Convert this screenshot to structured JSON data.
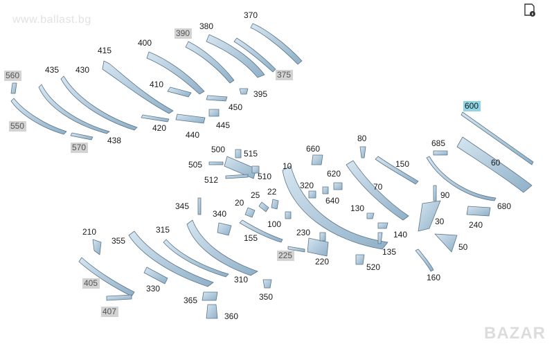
{
  "watermark": "www.ballast.bg",
  "brand_mark": "BAZAR",
  "icons": {
    "top_right": "document-info-icon"
  },
  "part_labels": [
    {
      "id": "370",
      "hl": ""
    },
    {
      "id": "390",
      "hl": "gray"
    },
    {
      "id": "380",
      "hl": ""
    },
    {
      "id": "400",
      "hl": ""
    },
    {
      "id": "415",
      "hl": ""
    },
    {
      "id": "375",
      "hl": "gray"
    },
    {
      "id": "560",
      "hl": "gray"
    },
    {
      "id": "435",
      "hl": ""
    },
    {
      "id": "430",
      "hl": ""
    },
    {
      "id": "410",
      "hl": ""
    },
    {
      "id": "395",
      "hl": ""
    },
    {
      "id": "450",
      "hl": ""
    },
    {
      "id": "550",
      "hl": "gray"
    },
    {
      "id": "420",
      "hl": ""
    },
    {
      "id": "440",
      "hl": ""
    },
    {
      "id": "445",
      "hl": ""
    },
    {
      "id": "438",
      "hl": ""
    },
    {
      "id": "570",
      "hl": "gray"
    },
    {
      "id": "600",
      "hl": "blue"
    },
    {
      "id": "500",
      "hl": ""
    },
    {
      "id": "515",
      "hl": ""
    },
    {
      "id": "660",
      "hl": ""
    },
    {
      "id": "80",
      "hl": ""
    },
    {
      "id": "685",
      "hl": ""
    },
    {
      "id": "505",
      "hl": ""
    },
    {
      "id": "10",
      "hl": ""
    },
    {
      "id": "620",
      "hl": ""
    },
    {
      "id": "150",
      "hl": ""
    },
    {
      "id": "60",
      "hl": ""
    },
    {
      "id": "510",
      "hl": ""
    },
    {
      "id": "512",
      "hl": ""
    },
    {
      "id": "320",
      "hl": ""
    },
    {
      "id": "70",
      "hl": ""
    },
    {
      "id": "22",
      "hl": ""
    },
    {
      "id": "25",
      "hl": ""
    },
    {
      "id": "640",
      "hl": ""
    },
    {
      "id": "90",
      "hl": ""
    },
    {
      "id": "20",
      "hl": ""
    },
    {
      "id": "345",
      "hl": ""
    },
    {
      "id": "680",
      "hl": ""
    },
    {
      "id": "130",
      "hl": ""
    },
    {
      "id": "340",
      "hl": ""
    },
    {
      "id": "100",
      "hl": ""
    },
    {
      "id": "30",
      "hl": ""
    },
    {
      "id": "240",
      "hl": ""
    },
    {
      "id": "210",
      "hl": ""
    },
    {
      "id": "315",
      "hl": ""
    },
    {
      "id": "230",
      "hl": ""
    },
    {
      "id": "140",
      "hl": ""
    },
    {
      "id": "355",
      "hl": ""
    },
    {
      "id": "155",
      "hl": ""
    },
    {
      "id": "135",
      "hl": ""
    },
    {
      "id": "50",
      "hl": ""
    },
    {
      "id": "225",
      "hl": "gray"
    },
    {
      "id": "220",
      "hl": ""
    },
    {
      "id": "520",
      "hl": ""
    },
    {
      "id": "405",
      "hl": "gray"
    },
    {
      "id": "310",
      "hl": ""
    },
    {
      "id": "160",
      "hl": ""
    },
    {
      "id": "330",
      "hl": ""
    },
    {
      "id": "350",
      "hl": ""
    },
    {
      "id": "365",
      "hl": ""
    },
    {
      "id": "407",
      "hl": "gray"
    },
    {
      "id": "360",
      "hl": ""
    }
  ]
}
